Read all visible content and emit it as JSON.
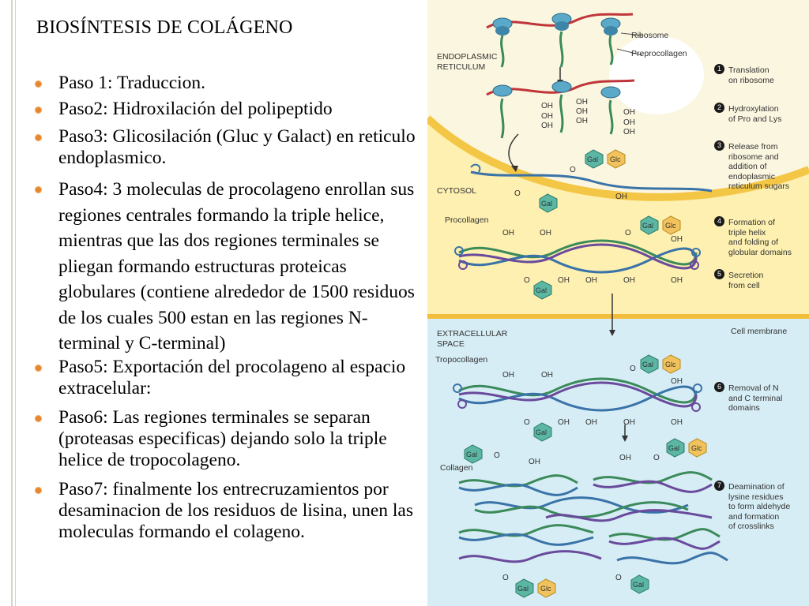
{
  "title": "BIOSÍNTESIS DE COLÁGENO",
  "steps": [
    "Paso 1: Traduccion.",
    "Paso2: Hidroxilación del polipeptido",
    "Paso3: Glicosilación (Gluc y Galact) en reticulo endoplasmico.",
    "Paso4: 3 moleculas de procolageno enrollan sus regiones centrales formando la triple helice, mientras que las dos regiones terminales se pliegan formando estructuras proteicas globulares (contiene alrededor de 1500 residuos de los cuales 500 estan en las regiones N-terminal y C-terminal)",
    "Paso5:  Exportación del procolageno al espacio extracelular:",
    "Paso6: Las regiones terminales se separan (proteasas especificas) dejando solo la triple helice de tropocolageno.",
    "Paso7: finalmente los entrecruzamientos por desaminacion de los residuos de lisina, unen las moleculas formando el colageno."
  ],
  "figure": {
    "region_labels": {
      "er": "ENDOPLASMIC\nRETICULUM",
      "cytosol": "CYTOSOL",
      "extracellular": "EXTRACELLULAR\nSPACE"
    },
    "part_labels": {
      "ribosome": "Ribosome",
      "preprocollagen": "Preprocollagen",
      "procollagen": "Procollagen",
      "tropocollagen": "Tropocollagen",
      "collagen": "Collagen",
      "cell_membrane": "Cell membrane"
    },
    "figure_steps": [
      {
        "num": "1",
        "text": "Translation\non ribosome"
      },
      {
        "num": "2",
        "text": "Hydroxylation\nof Pro and Lys"
      },
      {
        "num": "3",
        "text": "Release from\nribosome and\naddition of\nendoplasmic\nreticulum sugars"
      },
      {
        "num": "4",
        "text": "Formation of\ntriple helix\nand folding of\nglobular domains"
      },
      {
        "num": "5",
        "text": "Secretion\nfrom cell"
      },
      {
        "num": "6",
        "text": "Removal of N\nand C terminal\ndomains"
      },
      {
        "num": "7",
        "text": "Deamination of\nlysine residues\nto form aldehyde\nand formation\nof crosslinks"
      }
    ],
    "chem": {
      "oh": "OH",
      "o": "O",
      "gal": "Gal",
      "glc": "Glc"
    },
    "colors": {
      "er_lumen": "#fbf1bf",
      "er_membrane": "#f6cd52",
      "cytosol": "#fdf3c4",
      "extracellular": "#d9eef6",
      "strand_blue": "#3a73a8",
      "strand_green": "#3b8a5a",
      "strand_purple": "#6a4a9c",
      "ribosome": "#5aa9c9",
      "chain_red": "#c0353a",
      "gal_hex": "#5bb7a4",
      "glc_hex": "#f2c25c",
      "bullet": "#e8862c"
    }
  }
}
